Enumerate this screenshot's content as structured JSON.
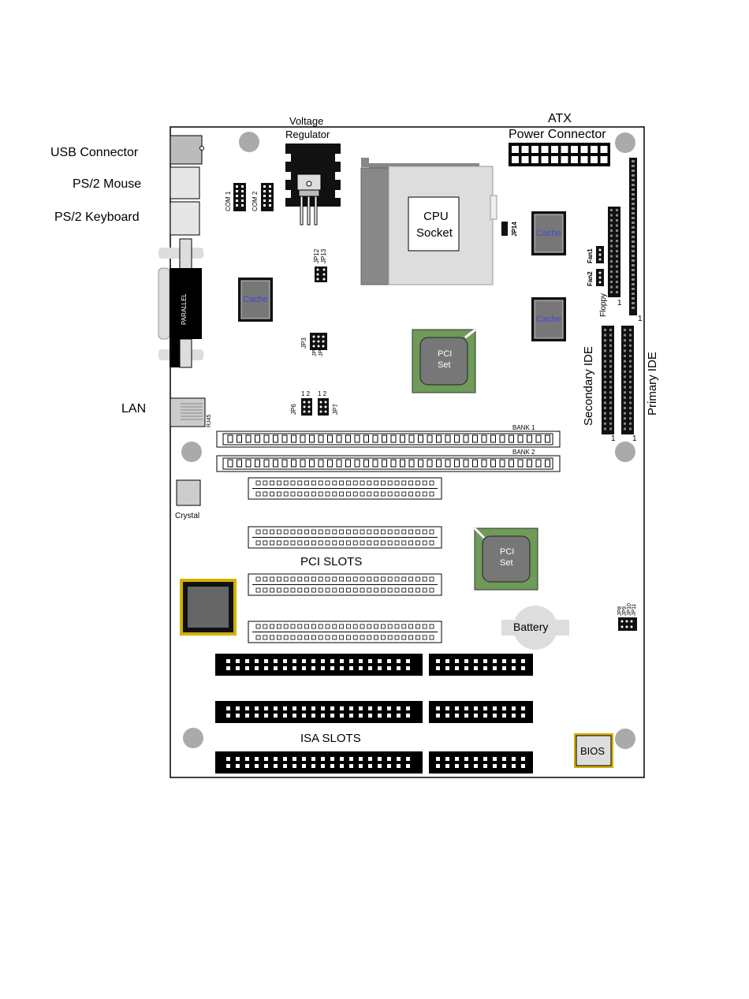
{
  "external_labels": {
    "usb": "USB Connector",
    "ps2_mouse": "PS/2 Mouse",
    "ps2_keyboard": "PS/2 Keyboard",
    "lan": "LAN"
  },
  "top_labels": {
    "voltage_line1": "Voltage",
    "voltage_line2": "Regulator",
    "atx_line1": "ATX",
    "atx_line2": "Power Connector"
  },
  "components": {
    "com1": "COM 1",
    "com2": "COM 2",
    "cpu_line1": "CPU",
    "cpu_line2": "Socket",
    "jp14": "JP14",
    "jp12": "JP12",
    "jp13": "JP13",
    "jp3": "JP3",
    "jp4": "JP4",
    "jp5": "JP5",
    "jp6": "JP6",
    "jp7": "JP7",
    "pin_12a": "1 2",
    "pin_12b": "1 2",
    "parallel": "PARALLEL",
    "cache": "Cache",
    "pci_set_line1": "PCI",
    "pci_set_line2": "Set",
    "fan1": "Fan1",
    "fan2": "Fan2",
    "floppy": "Floppy",
    "secondary_ide": "Secondary IDE",
    "primary_ide": "Primary IDE",
    "pin1": "1",
    "rj45": "RJ45",
    "bank1": "BANK 1",
    "bank2": "BANK 2",
    "crystal": "Crystal",
    "pci_slots": "PCI SLOTS",
    "isa_slots": "ISA SLOTS",
    "battery": "Battery",
    "bios": "BIOS",
    "jp8": "JP8",
    "jp9": "JP9",
    "jp10": "JP10",
    "jp11": "JP11"
  },
  "colors": {
    "board_outline": "#000000",
    "chip_fill": "#777777",
    "pci_set_fill": "#6f9a5a",
    "cache_text": "#4646d8",
    "bios_pins": "#d4b000",
    "socket_gray": "#888888",
    "hole": "#aaaaaa"
  }
}
